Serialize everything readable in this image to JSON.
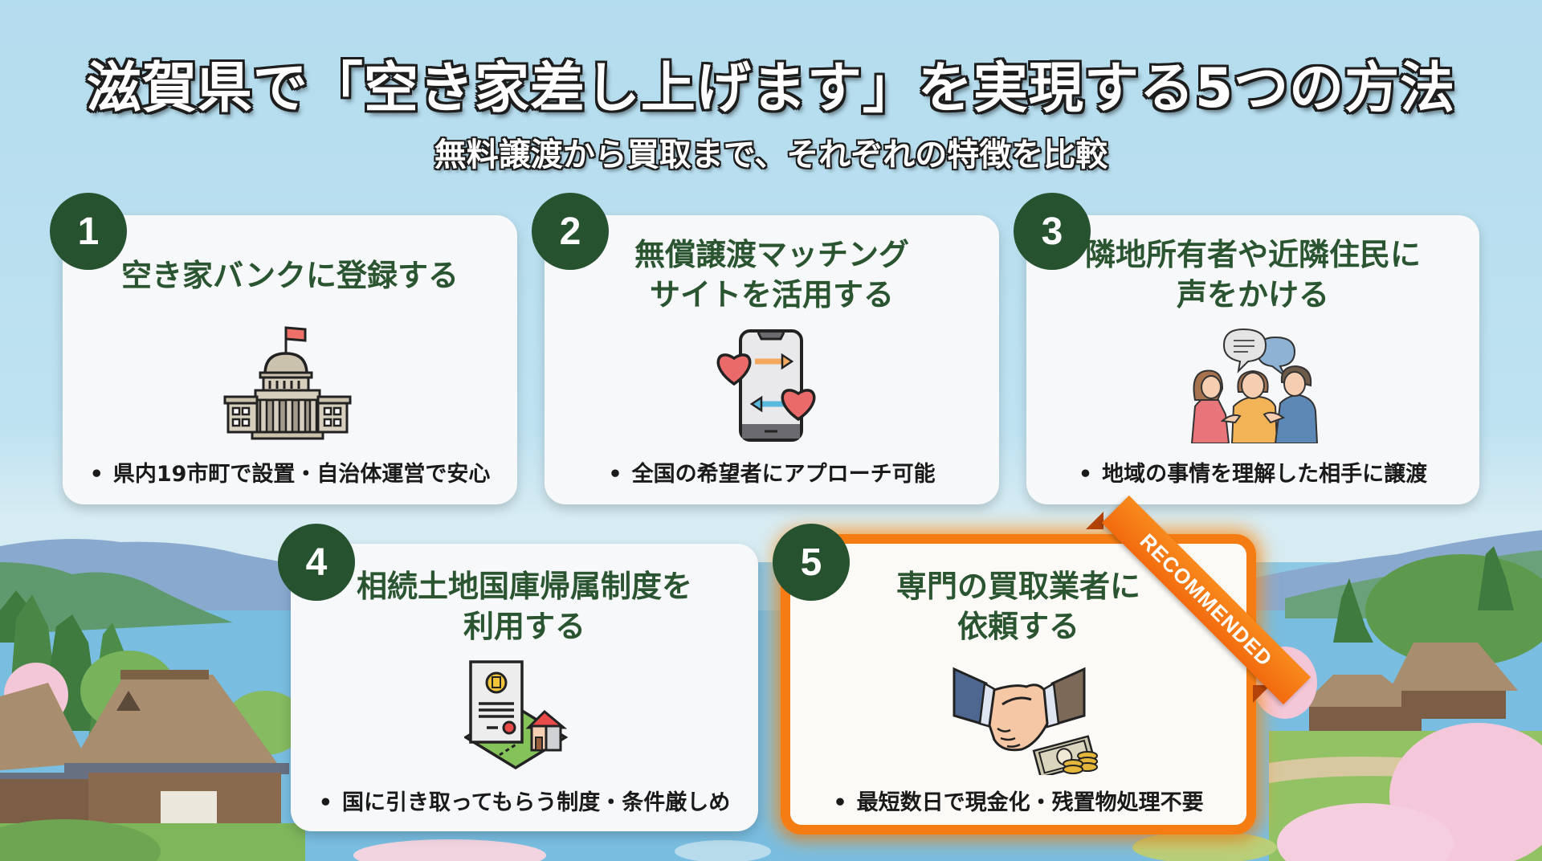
{
  "header": {
    "title": "滋賀県で「空き家差し上げます」を実現する5つの方法",
    "subtitle": "無料譲渡から買取まで、それぞれの特徴を比較"
  },
  "colors": {
    "badge_green": "#275230",
    "title_green": "#2a5530",
    "recommended_orange": "#f57c12",
    "sky": "#b3dcee"
  },
  "cards": [
    {
      "number": "1",
      "title": "空き家バンクに登録する",
      "icon": "government-building-icon",
      "bullet": "県内19市町で設置・自治体運営で安心"
    },
    {
      "number": "2",
      "title": "無償譲渡マッチング\nサイトを活用する",
      "icon": "smartphone-hearts-exchange-icon",
      "bullet": "全国の希望者にアプローチ可能"
    },
    {
      "number": "3",
      "title": "隣地所有者や近隣住民に\n声をかける",
      "icon": "people-talking-icon",
      "bullet": "地域の事情を理解した相手に譲渡"
    },
    {
      "number": "4",
      "title": "相続土地国庫帰属制度を\n利用する",
      "icon": "certificate-land-house-icon",
      "bullet": "国に引き取ってもらう制度・条件厳しめ"
    },
    {
      "number": "5",
      "title": "専門の買取業者に\n依頼する",
      "icon": "handshake-money-icon",
      "bullet": "最短数日で現金化・残置物処理不要",
      "ribbon": "RECOMMENDED"
    }
  ],
  "bullet_symbol": "•"
}
